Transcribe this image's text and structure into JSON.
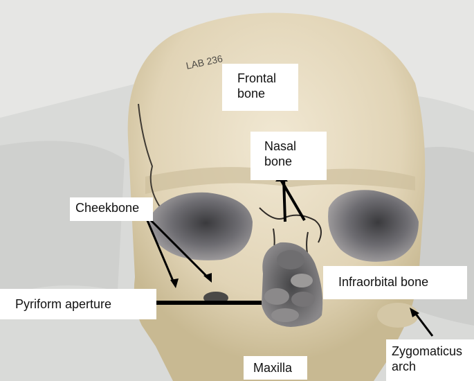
{
  "labels": {
    "frontal_bone": "Frontal\nbone",
    "nasal_bone": "Nasal\nbone",
    "cheekbone": "Cheekbone",
    "infraorbital_bone": "Infraorbital bone",
    "pyriform_aperture": "Pyriform aperture",
    "zygomaticus_arch": "Zygomaticus\narch",
    "maxilla": "Maxilla"
  },
  "specimen_marking": "LAB 236"
}
